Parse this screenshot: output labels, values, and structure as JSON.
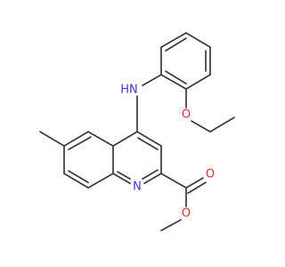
{
  "atoms": {
    "nh": {
      "label": "HN",
      "color": "#3a3acf"
    },
    "n_ring": {
      "label": "N",
      "color": "#3a3acf"
    },
    "o_ether": {
      "label": "O",
      "color": "#e03030"
    },
    "o_carbonyl": {
      "label": "O",
      "color": "#e03030"
    },
    "o_ester": {
      "label": "O",
      "color": "#e03030"
    }
  }
}
